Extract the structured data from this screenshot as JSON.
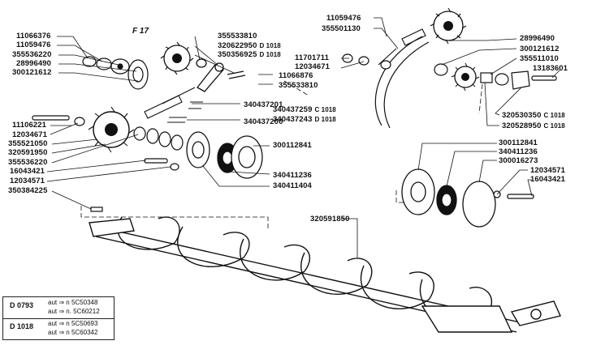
{
  "figure_ref": "F 17",
  "left_labels": [
    "11066376",
    "11059476",
    "355536220",
    "28996490",
    "300121612",
    "11106221",
    "12034671",
    "355521050",
    "320591950",
    "355536220",
    "16043421",
    "12034571",
    "350384225"
  ],
  "top_center_labels": [
    {
      "num": "355533810",
      "suffix": ""
    },
    {
      "num": "320622950",
      "suffix": "D 1018"
    },
    {
      "num": "350356925",
      "suffix": "D 1018"
    },
    {
      "num": "11701711",
      "suffix": ""
    },
    {
      "num": "12034671",
      "suffix": ""
    },
    {
      "num": "11066876",
      "suffix": ""
    },
    {
      "num": "355533810",
      "suffix": ""
    },
    {
      "num": "340437201",
      "suffix": ""
    },
    {
      "num": "340437259",
      "suffix": "C 1018"
    },
    {
      "num": "340437243",
      "suffix": "D 1018"
    },
    {
      "num": "340437200",
      "suffix": ""
    }
  ],
  "top_right_labels": [
    {
      "num": "11059476",
      "suffix": ""
    },
    {
      "num": "355501130",
      "suffix": ""
    },
    {
      "num": "28996490",
      "suffix": ""
    },
    {
      "num": "300121612",
      "suffix": ""
    },
    {
      "num": "355511010",
      "suffix": ""
    },
    {
      "num": "13183601",
      "suffix": ""
    },
    {
      "num": "320530350",
      "suffix": "C 1018"
    },
    {
      "num": "320528950",
      "suffix": "C 1018"
    }
  ],
  "middle_labels": [
    "300112841",
    "340411236",
    "340411404"
  ],
  "auger_label": "320591850",
  "right_mid_labels": [
    "300112841",
    "340411236",
    "300016273",
    "12034571",
    "16043421"
  ],
  "notes": [
    {
      "code": "D 0793",
      "lines": [
        "aut ⇒ n 5C50348",
        "aut ⇒ n. 5C60212"
      ]
    },
    {
      "code": "D 1018",
      "lines": [
        "aut ⇒ n 5C50693",
        "aut ⇒ n 5C60342"
      ]
    }
  ]
}
